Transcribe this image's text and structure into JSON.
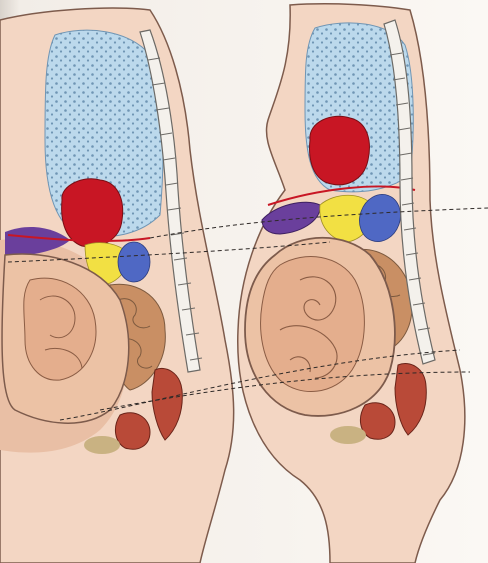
{
  "image": {
    "subject": "anatomical-illustration",
    "panels": [
      "early-pregnancy-side-view",
      "late-pregnancy-side-view"
    ]
  },
  "colors": {
    "paper": "#fbf8f4",
    "skin": "#f3d6c3",
    "skin_shadow": "#e9bfa5",
    "skin_outline": "#7d5b4c",
    "lung": "#bcd9ec",
    "lung_dots": "#6f95b4",
    "heart": "#c81624",
    "stomach": "#6a3f9c",
    "liver_pancreas": "#f2e043",
    "kidney": "#4f68c4",
    "uterus": "#ecc2a5",
    "fetus": "#e4ae8d",
    "intestines": "#c98f64",
    "spine": "#f4f1ec",
    "spine_outline": "#6c6a66",
    "bladder_rectum": "#b94a38",
    "pelvic_floor": "#c9b282",
    "dashed_guides": "#2f2a28"
  }
}
